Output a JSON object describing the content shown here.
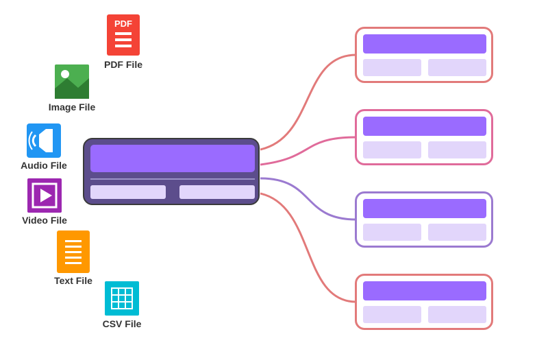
{
  "file_types": [
    {
      "label": "PDF File",
      "icon": "pdf-icon",
      "color": "#f44336",
      "badge_text": "PDF"
    },
    {
      "label": "Image File",
      "icon": "image-icon",
      "color": "#4caf50"
    },
    {
      "label": "Audio File",
      "icon": "audio-icon",
      "color": "#2196f3"
    },
    {
      "label": "Video File",
      "icon": "video-icon",
      "color": "#9c27b0"
    },
    {
      "label": "Text File",
      "icon": "text-icon",
      "color": "#ff9800"
    },
    {
      "label": "CSV File",
      "icon": "csv-icon",
      "color": "#00bcd4"
    }
  ],
  "hub": {
    "fill": "#5c4d8c",
    "header_color": "#9a6bff",
    "sub_color": "#e2d6fb"
  },
  "outputs": [
    {
      "border": "#e27a7a",
      "line": "#e27a7a"
    },
    {
      "border": "#e06b9a",
      "line": "#e06b9a"
    },
    {
      "border": "#9b7ad0",
      "line": "#9b7ad0"
    },
    {
      "border": "#e27a7a",
      "line": "#e27a7a"
    }
  ]
}
